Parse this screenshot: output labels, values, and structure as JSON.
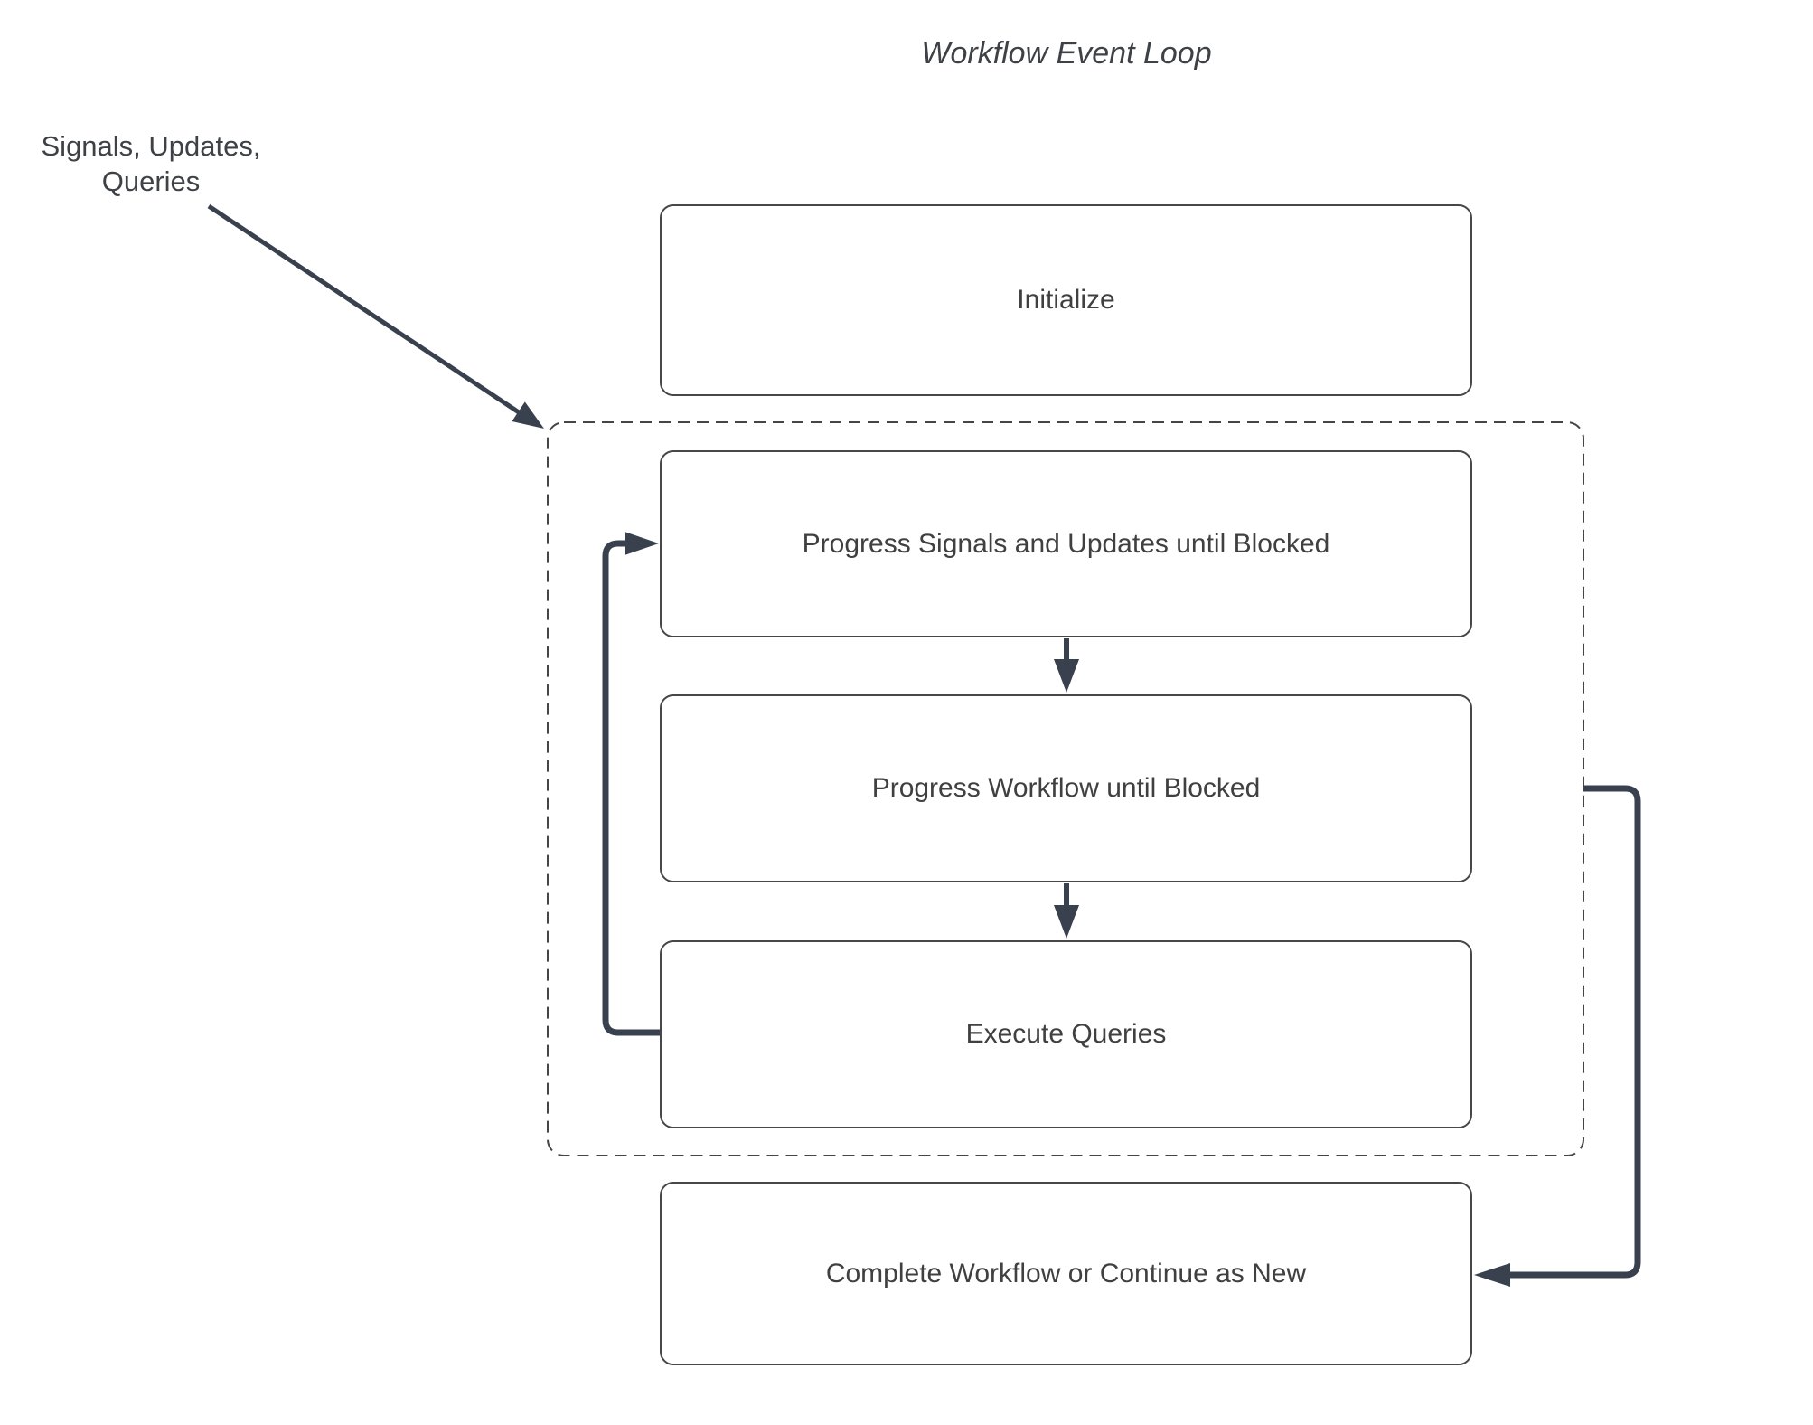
{
  "title": "Workflow Event Loop",
  "annotations": {
    "external_input": "Signals, Updates, Queries"
  },
  "nodes": {
    "initialize": {
      "label": "Initialize"
    },
    "progress_signals": {
      "label": "Progress Signals and Updates until Blocked"
    },
    "progress_workflow": {
      "label": "Progress Workflow until Blocked"
    },
    "execute_queries": {
      "label": "Execute Queries"
    },
    "complete": {
      "label": "Complete Workflow or Continue as New"
    }
  },
  "colors": {
    "connector": "#3a414e",
    "node_border": "#474747",
    "group_border": "#454545",
    "text": "#404040",
    "background": "#ffffff"
  }
}
